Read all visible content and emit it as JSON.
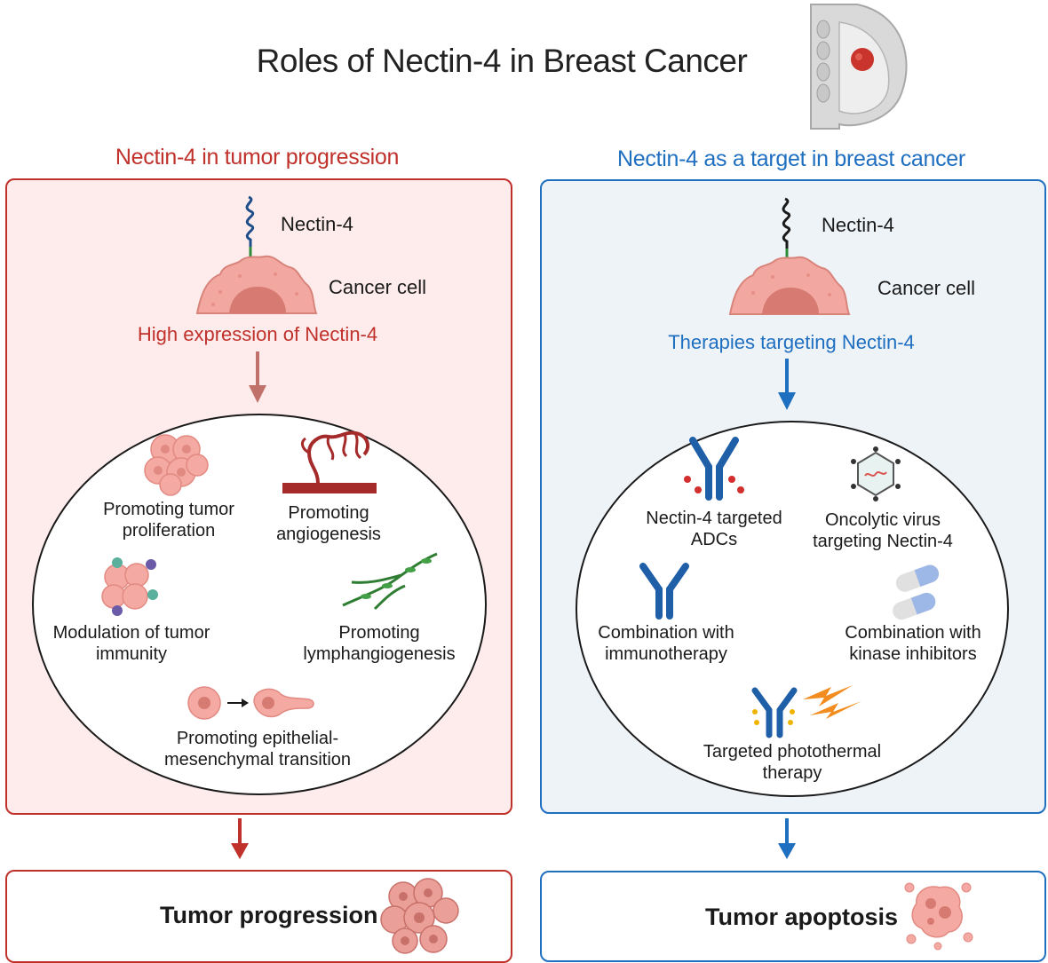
{
  "title": "Roles of Nectin-4 in Breast Cancer",
  "left": {
    "heading": "Nectin-4 in tumor progression",
    "receptor_label": "Nectin-4",
    "cell_label": "Cancer cell",
    "subheading": "High expression of Nectin-4",
    "items": {
      "proliferation": [
        "Promoting tumor",
        "proliferation"
      ],
      "angiogenesis": [
        "Promoting",
        "angiogenesis"
      ],
      "immunity": [
        "Modulation of tumor",
        "immunity"
      ],
      "lymphangiogenesis": [
        "Promoting",
        "lymphangiogenesis"
      ],
      "emt": [
        "Promoting epithelial-",
        "mesenchymal transition"
      ]
    },
    "outcome": "Tumor progression"
  },
  "right": {
    "heading": "Nectin-4 as a target in breast cancer",
    "receptor_label": "Nectin-4",
    "cell_label": "Cancer cell",
    "subheading": "Therapies targeting Nectin-4",
    "items": {
      "adcs": [
        "Nectin-4 targeted",
        "ADCs"
      ],
      "virus": [
        "Oncolytic virus",
        "targeting Nectin-4"
      ],
      "immuno": [
        "Combination with",
        "immunotherapy"
      ],
      "kinase": [
        "Combination with",
        "kinase inhibitors"
      ],
      "photothermal": [
        "Targeted photothermal",
        "therapy"
      ]
    },
    "outcome": "Tumor apoptosis"
  },
  "colors": {
    "red": "#c0312b",
    "blue": "#1f6fc0",
    "cell": "#f2a7a0",
    "nucleus": "#d77b72"
  },
  "icons": [
    "breast-icon",
    "nectin-receptor-icon",
    "cancer-cell-icon",
    "arrow-down-icon",
    "cell-cluster-icon",
    "blood-vessel-icon",
    "immune-cells-icon",
    "lymph-vessel-icon",
    "emt-cells-icon",
    "antibody-drug-conjugate-icon",
    "virus-icon",
    "antibody-icon",
    "capsule-icon",
    "lightning-icon",
    "tumor-mass-icon",
    "apoptotic-cell-icon"
  ]
}
